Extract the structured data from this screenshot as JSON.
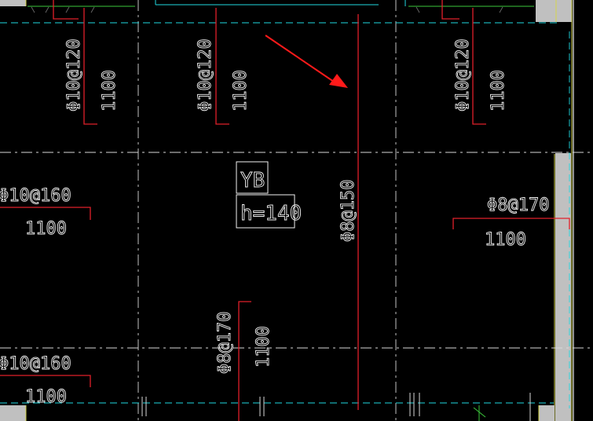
{
  "view": {
    "type": "structural-rebar-plan",
    "background": "#000000"
  },
  "colors": {
    "rebar": "#e0202a",
    "axis": "#d8d8d8",
    "cyan": "#20d8e0",
    "wall_edge": "#d6d64a",
    "wall_fill": "#bdbdbd",
    "green": "#3cc83c",
    "text": "#f2f2f2",
    "arrow": "#ff1a1a"
  },
  "labels": {
    "top_left_spec": "Φ10@120",
    "top_left_len": "1100",
    "top_mid_spec": "Φ10@120",
    "top_mid_len": "1100",
    "top_right_spec": "Φ10@120",
    "top_right_len": "1100",
    "left_upper_spec": "Φ10@160",
    "left_upper_len": "1100",
    "left_lower_spec": "Φ10@160",
    "left_lower_len": "1100",
    "right_spec": "Φ8@170",
    "right_len": "1100",
    "center_vertical_spec": "Φ8@150",
    "bottom_spec": "Φ8@170",
    "bottom_len": "1100"
  },
  "slab_tag": {
    "name": "YB",
    "thickness": "h=140"
  },
  "annotation": {
    "type": "arrow",
    "color": "#ff1a1a",
    "icon": "arrow-icon"
  }
}
